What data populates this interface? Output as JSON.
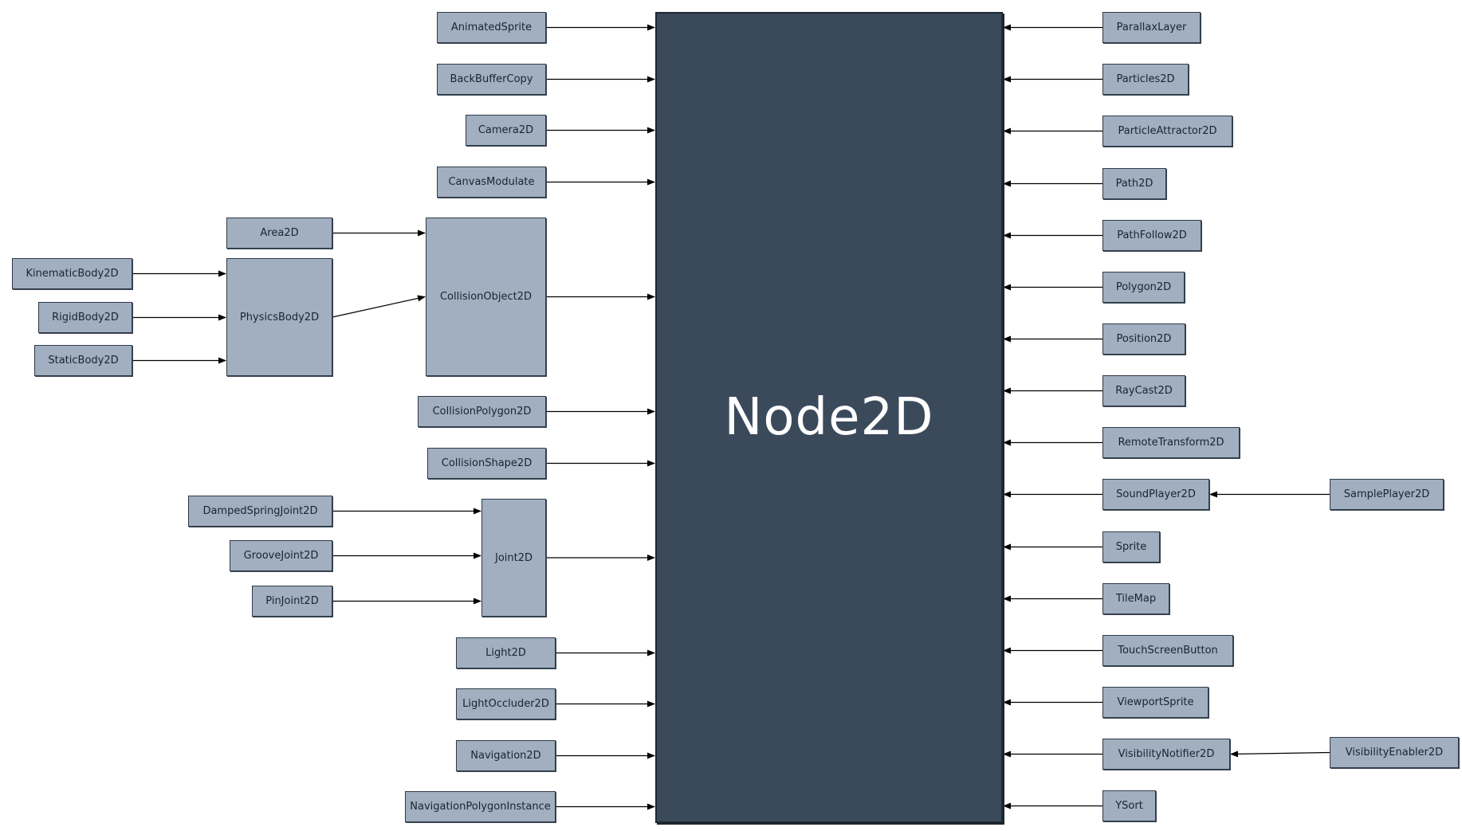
{
  "diagram": {
    "root": {
      "id": "node2d",
      "label": "Node2D"
    },
    "nodes": [
      {
        "id": "animated-sprite",
        "label": "AnimatedSprite"
      },
      {
        "id": "back-buffer-copy",
        "label": "BackBufferCopy"
      },
      {
        "id": "camera-2d",
        "label": "Camera2D"
      },
      {
        "id": "canvas-modulate",
        "label": "CanvasModulate"
      },
      {
        "id": "area-2d",
        "label": "Area2D"
      },
      {
        "id": "physics-body-2d",
        "label": "PhysicsBody2D"
      },
      {
        "id": "kinematic-body-2d",
        "label": "KinematicBody2D"
      },
      {
        "id": "rigid-body-2d",
        "label": "RigidBody2D"
      },
      {
        "id": "static-body-2d",
        "label": "StaticBody2D"
      },
      {
        "id": "collision-object-2d",
        "label": "CollisionObject2D"
      },
      {
        "id": "collision-polygon-2d",
        "label": "CollisionPolygon2D"
      },
      {
        "id": "collision-shape-2d",
        "label": "CollisionShape2D"
      },
      {
        "id": "damped-spring-joint-2d",
        "label": "DampedSpringJoint2D"
      },
      {
        "id": "groove-joint-2d",
        "label": "GrooveJoint2D"
      },
      {
        "id": "pin-joint-2d",
        "label": "PinJoint2D"
      },
      {
        "id": "joint-2d",
        "label": "Joint2D"
      },
      {
        "id": "light-2d",
        "label": "Light2D"
      },
      {
        "id": "light-occluder-2d",
        "label": "LightOccluder2D"
      },
      {
        "id": "navigation-2d",
        "label": "Navigation2D"
      },
      {
        "id": "navigation-polygon-instance",
        "label": "NavigationPolygonInstance"
      },
      {
        "id": "parallax-layer",
        "label": "ParallaxLayer"
      },
      {
        "id": "particles-2d",
        "label": "Particles2D"
      },
      {
        "id": "particle-attractor-2d",
        "label": "ParticleAttractor2D"
      },
      {
        "id": "path-2d",
        "label": "Path2D"
      },
      {
        "id": "path-follow-2d",
        "label": "PathFollow2D"
      },
      {
        "id": "polygon-2d",
        "label": "Polygon2D"
      },
      {
        "id": "position-2d",
        "label": "Position2D"
      },
      {
        "id": "ray-cast-2d",
        "label": "RayCast2D"
      },
      {
        "id": "remote-transform-2d",
        "label": "RemoteTransform2D"
      },
      {
        "id": "sound-player-2d",
        "label": "SoundPlayer2D"
      },
      {
        "id": "sample-player-2d",
        "label": "SamplePlayer2D"
      },
      {
        "id": "sprite",
        "label": "Sprite"
      },
      {
        "id": "tile-map",
        "label": "TileMap"
      },
      {
        "id": "touch-screen-button",
        "label": "TouchScreenButton"
      },
      {
        "id": "viewport-sprite",
        "label": "ViewportSprite"
      },
      {
        "id": "visibility-notifier-2d",
        "label": "VisibilityNotifier2D"
      },
      {
        "id": "visibility-enabler-2d",
        "label": "VisibilityEnabler2D"
      },
      {
        "id": "y-sort",
        "label": "YSort"
      }
    ],
    "edges": [
      {
        "from": "animated-sprite",
        "to": "node2d"
      },
      {
        "from": "back-buffer-copy",
        "to": "node2d"
      },
      {
        "from": "camera-2d",
        "to": "node2d"
      },
      {
        "from": "canvas-modulate",
        "to": "node2d"
      },
      {
        "from": "area-2d",
        "to": "collision-object-2d"
      },
      {
        "from": "kinematic-body-2d",
        "to": "physics-body-2d"
      },
      {
        "from": "rigid-body-2d",
        "to": "physics-body-2d"
      },
      {
        "from": "static-body-2d",
        "to": "physics-body-2d"
      },
      {
        "from": "physics-body-2d",
        "to": "collision-object-2d"
      },
      {
        "from": "collision-object-2d",
        "to": "node2d"
      },
      {
        "from": "collision-polygon-2d",
        "to": "node2d"
      },
      {
        "from": "collision-shape-2d",
        "to": "node2d"
      },
      {
        "from": "damped-spring-joint-2d",
        "to": "joint-2d"
      },
      {
        "from": "groove-joint-2d",
        "to": "joint-2d"
      },
      {
        "from": "pin-joint-2d",
        "to": "joint-2d"
      },
      {
        "from": "joint-2d",
        "to": "node2d"
      },
      {
        "from": "light-2d",
        "to": "node2d"
      },
      {
        "from": "light-occluder-2d",
        "to": "node2d"
      },
      {
        "from": "navigation-2d",
        "to": "node2d"
      },
      {
        "from": "navigation-polygon-instance",
        "to": "node2d"
      },
      {
        "from": "parallax-layer",
        "to": "node2d"
      },
      {
        "from": "particles-2d",
        "to": "node2d"
      },
      {
        "from": "particle-attractor-2d",
        "to": "node2d"
      },
      {
        "from": "path-2d",
        "to": "node2d"
      },
      {
        "from": "path-follow-2d",
        "to": "node2d"
      },
      {
        "from": "polygon-2d",
        "to": "node2d"
      },
      {
        "from": "position-2d",
        "to": "node2d"
      },
      {
        "from": "ray-cast-2d",
        "to": "node2d"
      },
      {
        "from": "remote-transform-2d",
        "to": "node2d"
      },
      {
        "from": "sample-player-2d",
        "to": "sound-player-2d"
      },
      {
        "from": "sound-player-2d",
        "to": "node2d"
      },
      {
        "from": "sprite",
        "to": "node2d"
      },
      {
        "from": "tile-map",
        "to": "node2d"
      },
      {
        "from": "touch-screen-button",
        "to": "node2d"
      },
      {
        "from": "viewport-sprite",
        "to": "node2d"
      },
      {
        "from": "visibility-enabler-2d",
        "to": "visibility-notifier-2d"
      },
      {
        "from": "visibility-notifier-2d",
        "to": "node2d"
      },
      {
        "from": "y-sort",
        "to": "node2d"
      }
    ]
  },
  "colors": {
    "root_fill": "#3b4a5b",
    "node_fill": "#a1afc0",
    "border": "#2e3a47",
    "edge": "#000000"
  }
}
